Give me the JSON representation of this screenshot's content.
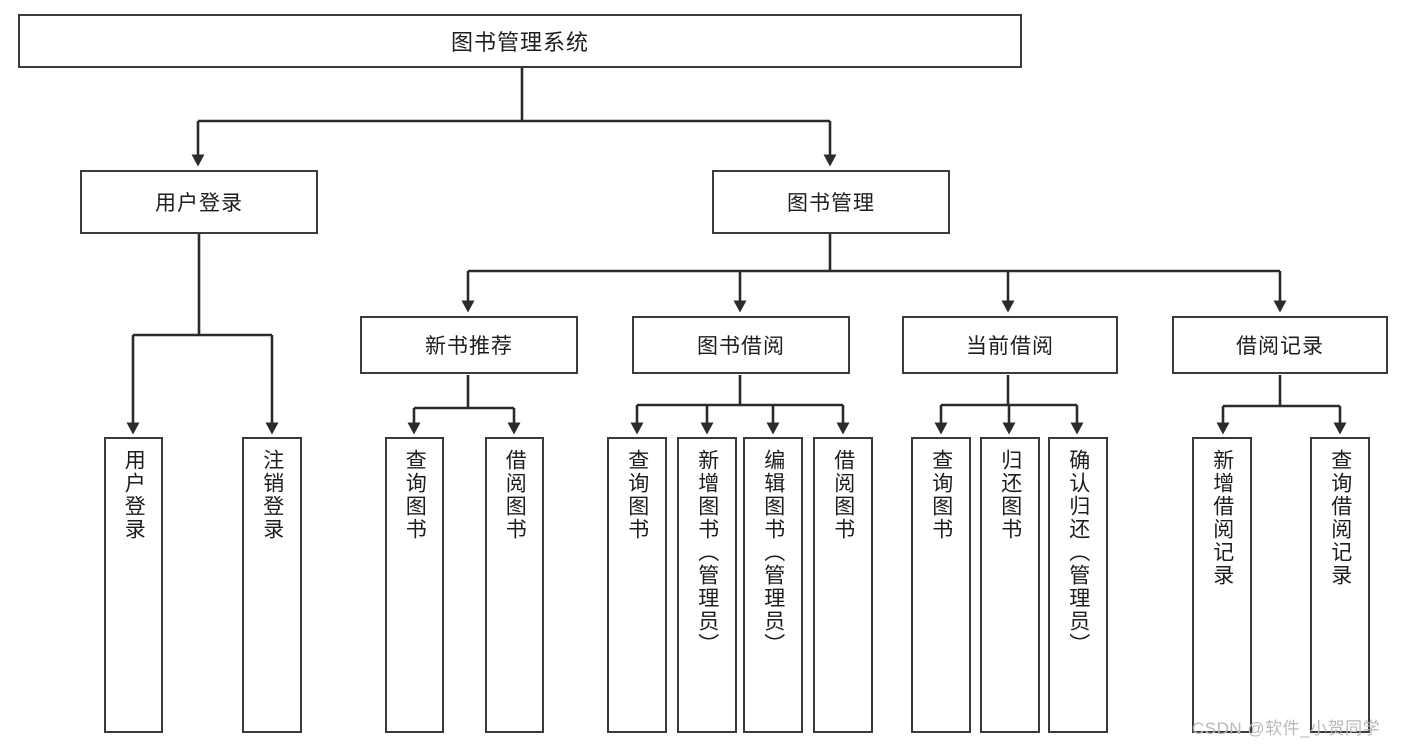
{
  "diagram": {
    "title": "图书管理系统",
    "type": "tree-hierarchy",
    "watermark": "CSDN @软件_小贺同学",
    "colors": {
      "border": "#3a3a3a",
      "fill": "#ffffff",
      "text": "#1d1d1d",
      "edge": "#2b2b2b",
      "watermark": "#b9b9b9"
    },
    "nodes": {
      "root": {
        "label": "图书管理系统",
        "level": 0,
        "orientation": "horizontal"
      },
      "l1": [
        {
          "id": "user-login",
          "label": "用户登录",
          "level": 1,
          "orientation": "horizontal"
        },
        {
          "id": "book-manage",
          "label": "图书管理",
          "level": 1,
          "orientation": "horizontal"
        }
      ],
      "l2": [
        {
          "id": "new-book-recommend",
          "label": "新书推荐",
          "level": 2,
          "orientation": "horizontal",
          "parent": "book-manage"
        },
        {
          "id": "book-borrow",
          "label": "图书借阅",
          "level": 2,
          "orientation": "horizontal",
          "parent": "book-manage"
        },
        {
          "id": "current-borrow",
          "label": "当前借阅",
          "level": 2,
          "orientation": "horizontal",
          "parent": "book-manage"
        },
        {
          "id": "borrow-record",
          "label": "借阅记录",
          "level": 2,
          "orientation": "horizontal",
          "parent": "book-manage"
        }
      ],
      "leaves": [
        {
          "id": "leaf-user-login",
          "label": "用户登录",
          "parent": "user-login",
          "orientation": "vertical"
        },
        {
          "id": "leaf-user-logout",
          "label": "注销登录",
          "parent": "user-login",
          "orientation": "vertical"
        },
        {
          "id": "leaf-query-book-1",
          "label": "查询图书",
          "parent": "new-book-recommend",
          "orientation": "vertical"
        },
        {
          "id": "leaf-borrow-book-1",
          "label": "借阅图书",
          "parent": "new-book-recommend",
          "orientation": "vertical"
        },
        {
          "id": "leaf-query-book-2",
          "label": "查询图书",
          "parent": "book-borrow",
          "orientation": "vertical"
        },
        {
          "id": "leaf-add-book",
          "label": "新增图书（管理员）",
          "parent": "book-borrow",
          "orientation": "vertical"
        },
        {
          "id": "leaf-edit-book",
          "label": "编辑图书（管理员）",
          "parent": "book-borrow",
          "orientation": "vertical"
        },
        {
          "id": "leaf-borrow-book-2",
          "label": "借阅图书",
          "parent": "book-borrow",
          "orientation": "vertical"
        },
        {
          "id": "leaf-query-book-3",
          "label": "查询图书",
          "parent": "current-borrow",
          "orientation": "vertical"
        },
        {
          "id": "leaf-return-book",
          "label": "归还图书",
          "parent": "current-borrow",
          "orientation": "vertical"
        },
        {
          "id": "leaf-confirm-return",
          "label": "确认归还（管理员）",
          "parent": "current-borrow",
          "orientation": "vertical"
        },
        {
          "id": "leaf-add-record",
          "label": "新增借阅记录",
          "parent": "borrow-record",
          "orientation": "vertical"
        },
        {
          "id": "leaf-query-record",
          "label": "查询借阅记录",
          "parent": "borrow-record",
          "orientation": "vertical"
        }
      ]
    }
  }
}
